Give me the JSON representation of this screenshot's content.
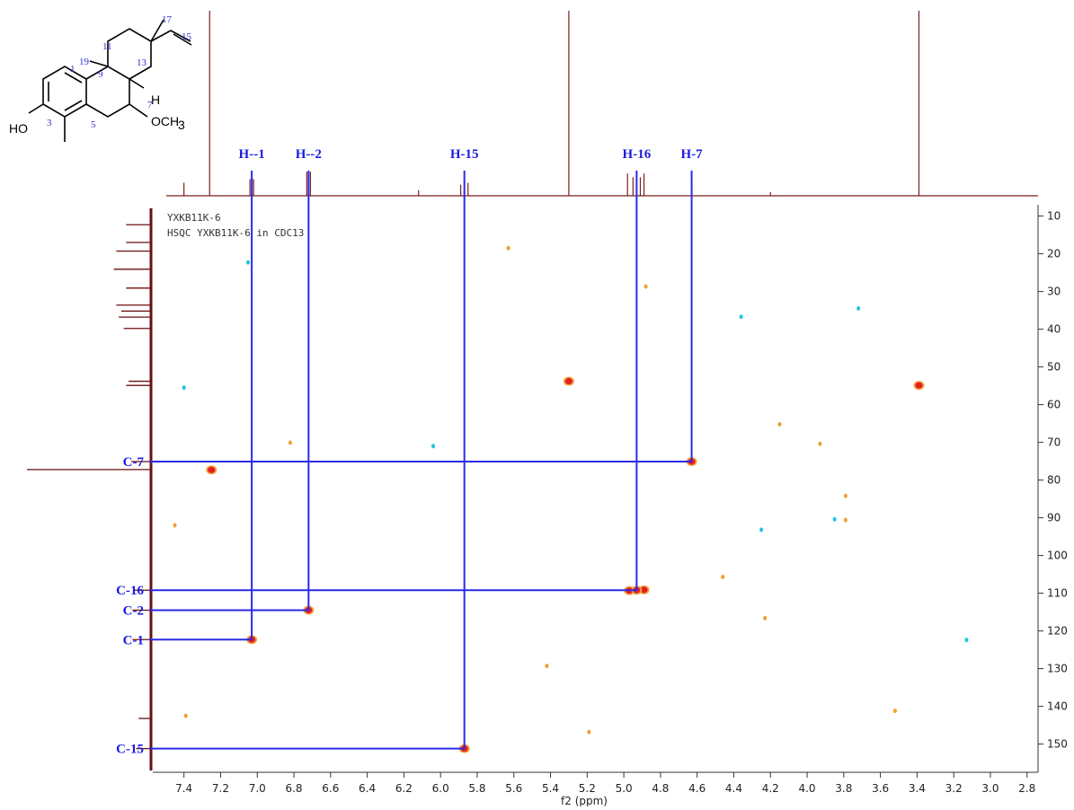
{
  "chart_data": {
    "type": "scatter",
    "title": "",
    "xlabel": "f2 (ppm)",
    "ylabel": "",
    "x_axis": {
      "range": [
        7.57,
        2.74
      ],
      "reversed": true,
      "ticks": [
        "7.4",
        "7.2",
        "7.0",
        "6.8",
        "6.6",
        "6.4",
        "6.2",
        "6.0",
        "5.8",
        "5.6",
        "5.4",
        "5.2",
        "5.0",
        "4.8",
        "4.6",
        "4.4",
        "4.2",
        "4.0",
        "3.8",
        "3.6",
        "3.4",
        "3.2",
        "3.0",
        "2.8"
      ]
    },
    "y_axis": {
      "range": [
        7,
        157
      ],
      "reversed": true,
      "side": "right",
      "ticks": [
        "10",
        "20",
        "30",
        "40",
        "50",
        "60",
        "70",
        "80",
        "90",
        "100",
        "110",
        "120",
        "130",
        "140",
        "150"
      ]
    },
    "annotations": [
      "YXKB11K-6",
      "HSQC YXKB11K-6 in CDC13"
    ],
    "correlations": [
      {
        "h_label": "H--1",
        "c_label": "C-1",
        "x": 7.03,
        "y": 122.3
      },
      {
        "h_label": "H--2",
        "c_label": "C-2",
        "x": 6.72,
        "y": 114.5
      },
      {
        "h_label": "H-15",
        "c_label": "C-15",
        "x": 5.87,
        "y": 151.2
      },
      {
        "h_label": "H-16",
        "c_label": "C-16",
        "x": 4.93,
        "y": 109.2
      },
      {
        "h_label": "H-7",
        "c_label": "C-7",
        "x": 4.63,
        "y": 75.1
      }
    ],
    "other_peaks": [
      {
        "x": 7.25,
        "y": 77.3
      },
      {
        "x": 5.3,
        "y": 53.8
      },
      {
        "x": 3.39,
        "y": 54.9
      },
      {
        "x": 4.97,
        "y": 109.3
      },
      {
        "x": 4.89,
        "y": 109.1
      }
    ],
    "noise_peaks": [
      {
        "x": 7.4,
        "y": 55.5,
        "c": "cyan"
      },
      {
        "x": 7.05,
        "y": 22.3,
        "c": "cyan"
      },
      {
        "x": 6.04,
        "y": 71.0,
        "c": "cyan"
      },
      {
        "x": 4.36,
        "y": 36.7,
        "c": "cyan"
      },
      {
        "x": 3.72,
        "y": 34.5,
        "c": "cyan"
      },
      {
        "x": 3.85,
        "y": 90.4,
        "c": "cyan"
      },
      {
        "x": 4.25,
        "y": 93.2,
        "c": "cyan"
      },
      {
        "x": 3.13,
        "y": 122.4,
        "c": "cyan"
      },
      {
        "x": 5.63,
        "y": 18.5,
        "c": "orange"
      },
      {
        "x": 4.88,
        "y": 28.7,
        "c": "orange"
      },
      {
        "x": 4.15,
        "y": 65.2,
        "c": "orange"
      },
      {
        "x": 3.93,
        "y": 70.4,
        "c": "orange"
      },
      {
        "x": 3.79,
        "y": 84.2,
        "c": "orange"
      },
      {
        "x": 3.79,
        "y": 90.6,
        "c": "orange"
      },
      {
        "x": 4.46,
        "y": 105.7,
        "c": "orange"
      },
      {
        "x": 4.23,
        "y": 116.6,
        "c": "orange"
      },
      {
        "x": 5.42,
        "y": 129.3,
        "c": "orange"
      },
      {
        "x": 5.19,
        "y": 146.8,
        "c": "orange"
      },
      {
        "x": 7.39,
        "y": 142.5,
        "c": "orange"
      },
      {
        "x": 3.52,
        "y": 141.2,
        "c": "orange"
      },
      {
        "x": 7.45,
        "y": 92.0,
        "c": "orange"
      },
      {
        "x": 6.82,
        "y": 70.1,
        "c": "orange"
      }
    ],
    "h_spectrum_peaks": [
      {
        "x": 7.26,
        "h": 1.0
      },
      {
        "x": 7.4,
        "h": 0.07
      },
      {
        "x": 7.04,
        "h": 0.09
      },
      {
        "x": 7.02,
        "h": 0.09
      },
      {
        "x": 6.73,
        "h": 0.13
      },
      {
        "x": 6.71,
        "h": 0.13
      },
      {
        "x": 5.89,
        "h": 0.06
      },
      {
        "x": 5.87,
        "h": 0.07
      },
      {
        "x": 5.85,
        "h": 0.07
      },
      {
        "x": 5.3,
        "h": 1.0
      },
      {
        "x": 4.98,
        "h": 0.12
      },
      {
        "x": 4.95,
        "h": 0.1
      },
      {
        "x": 4.91,
        "h": 0.1
      },
      {
        "x": 4.89,
        "h": 0.12
      },
      {
        "x": 4.63,
        "h": 0.05
      },
      {
        "x": 3.39,
        "h": 1.0
      },
      {
        "x": 6.12,
        "h": 0.03
      },
      {
        "x": 4.2,
        "h": 0.02
      }
    ],
    "c_spectrum_peaks": [
      {
        "y": 77.2,
        "h": 1.0
      },
      {
        "y": 122.3,
        "h": 0.15
      },
      {
        "y": 114.5,
        "h": 0.15
      },
      {
        "y": 151.2,
        "h": 0.12
      },
      {
        "y": 109.2,
        "h": 0.14
      },
      {
        "y": 75.1,
        "h": 0.16
      },
      {
        "y": 54.9,
        "h": 0.2
      },
      {
        "y": 53.8,
        "h": 0.18
      },
      {
        "y": 17.0,
        "h": 0.2
      },
      {
        "y": 19.3,
        "h": 0.28
      },
      {
        "y": 24.1,
        "h": 0.3
      },
      {
        "y": 33.6,
        "h": 0.28
      },
      {
        "y": 35.2,
        "h": 0.24
      },
      {
        "y": 36.8,
        "h": 0.26
      },
      {
        "y": 39.8,
        "h": 0.22
      },
      {
        "y": 12.3,
        "h": 0.2
      },
      {
        "y": 29.1,
        "h": 0.2
      },
      {
        "y": 143.2,
        "h": 0.1
      }
    ]
  },
  "structure": {
    "atom_labels": [
      "1",
      "3",
      "5",
      "7",
      "9",
      "11",
      "13",
      "15",
      "17",
      "19"
    ],
    "groups": [
      "HO",
      "H",
      "OCH",
      "3"
    ]
  }
}
